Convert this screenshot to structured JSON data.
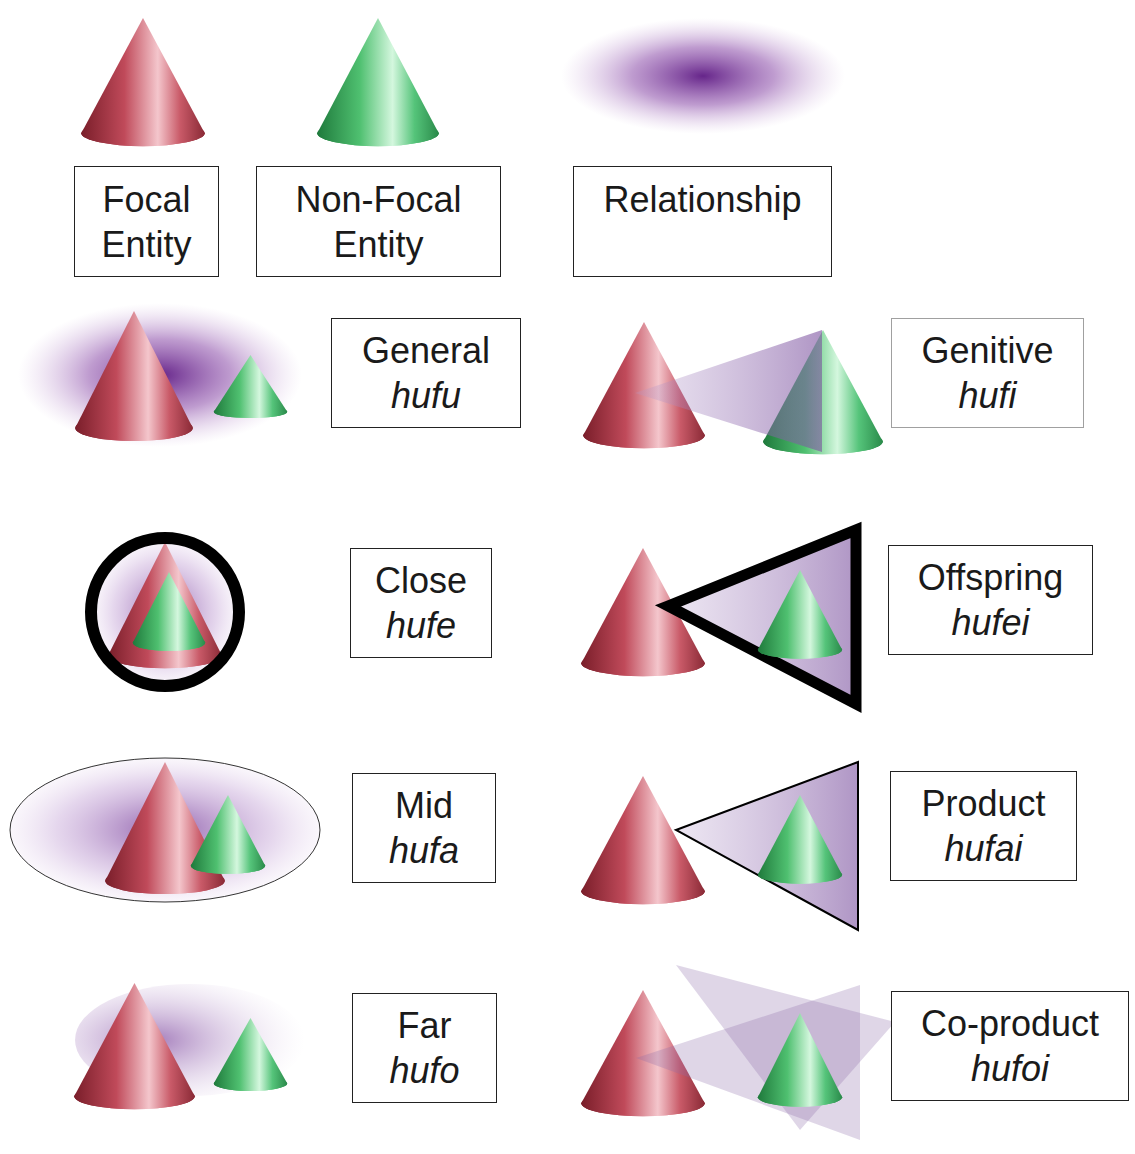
{
  "diagram": {
    "nodes": [
      {
        "text": [
          "Focal Entity"
        ]
      },
      {
        "text": [
          "Non-Focal Entity"
        ]
      },
      {
        "text": [
          "Relationship"
        ]
      },
      {
        "text": [
          "General",
          "hufu"
        ]
      },
      {
        "text": [
          "Genitive",
          "hufi"
        ]
      },
      {
        "text": [
          "Close",
          "hufe"
        ]
      },
      {
        "text": [
          "Offspring",
          "hufei"
        ]
      },
      {
        "text": [
          "Mid",
          "hufa"
        ]
      },
      {
        "text": [
          "Product",
          "hufai"
        ]
      },
      {
        "text": [
          "Far",
          "hufo"
        ]
      },
      {
        "text": [
          "Co-product",
          "hufoi"
        ]
      }
    ]
  }
}
